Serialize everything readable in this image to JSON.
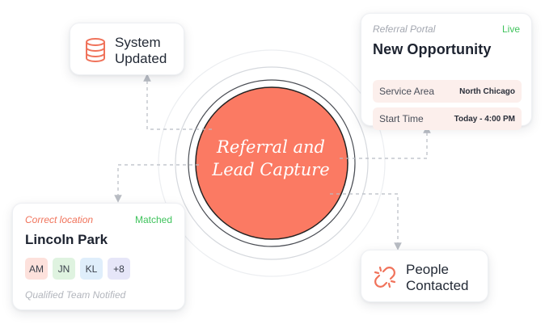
{
  "center": {
    "line1": "Referral and",
    "line2": "Lead Capture"
  },
  "system_card": {
    "icon": "database-icon",
    "line1": "System",
    "line2": "Updated"
  },
  "portal_card": {
    "kicker": "Referral Portal",
    "status": "Live",
    "title": "New Opportunity",
    "rows": [
      {
        "label": "Service Area",
        "value": "North Chicago"
      },
      {
        "label": "Start Time",
        "value": "Today - 4:00 PM"
      }
    ]
  },
  "lincoln_card": {
    "kicker": "Correct location",
    "status": "Matched",
    "title": "Lincoln Park",
    "avatars": [
      "AM",
      "JN",
      "KL",
      "+8"
    ],
    "footer": "Qualified Team Notified"
  },
  "people_card": {
    "icon": "link-icon",
    "line1": "People",
    "line2": "Contacted"
  },
  "colors": {
    "accent": "#fb7a63",
    "live_green": "#3fc35c",
    "connector": "#b8bcc3"
  }
}
